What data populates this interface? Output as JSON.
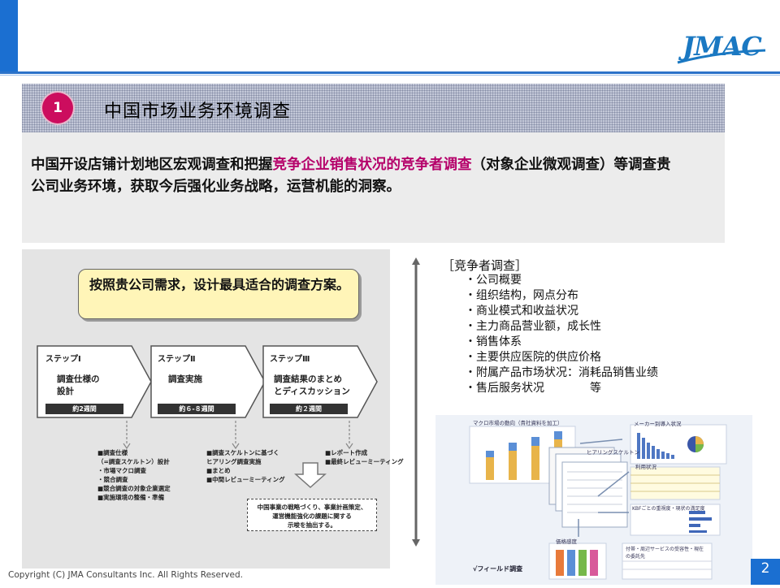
{
  "brand": {
    "logo_text": "JMAC",
    "accent_color": "#1b6fd1",
    "highlight_color": "#b5006a"
  },
  "section": {
    "number": "1",
    "title": "中国市场业务环境调查"
  },
  "intro": {
    "before": "中国开设店铺计划地区宏观调查和把握",
    "highlight": "竞争企业销售状况的竞争者调查",
    "after": "（对象企业微观调查）等调查贵公司业务环境，获取今后强化业务战略，运营机能的洞察。"
  },
  "callout": "按照贵公司需求，设计最具适合的调查方案。",
  "steps": [
    {
      "head": "ステップⅠ",
      "title": [
        "調査仕様の",
        "設計"
      ],
      "duration": "約2週間",
      "items": [
        "■調査仕様",
        "（=調査スケルトン）設計",
        "・市場マクロ調査",
        "・競合調査",
        "■競合調査の対象企業選定",
        "■実施環境の整備・準備"
      ]
    },
    {
      "head": "ステップⅡ",
      "title": [
        "調査実施"
      ],
      "duration": "約６-８週間",
      "items": [
        "■調査スケルトンに基づく",
        "ヒアリング調査実施",
        "■まとめ",
        "■中間レビューミーティング"
      ]
    },
    {
      "head": "ステップⅢ",
      "title": [
        "調査結果のまとめ",
        "とディスカッション"
      ],
      "duration": "約２週間",
      "items": [
        "■レポート作成",
        "■最終レビューミーティング"
      ]
    }
  ],
  "result_box": [
    "中国事業の戦略づくり、事業計画策定、",
    "運営機能強化の課題に関する",
    "示唆を抽出する。"
  ],
  "competitor": {
    "heading": "［竞争者调查］",
    "items": [
      "・公司概要",
      "・组织结构，网点分布",
      "・商业模式和收益状况",
      "・主力商品营业额，成长性",
      "・销售体系",
      "・主要供应医院的供应价格",
      "・附属产品市场状况：消耗品销售业绩",
      "・售后服务状况　　　　等"
    ]
  },
  "collage": {
    "macro_title": "マクロ市場の動向（貴社資料を加工）",
    "hearing_label": "ヒアリングスケルトン",
    "maker_label": "メーカー別導入状況",
    "usage_label": "利用状況",
    "kbf_label": "KBFごとの重視度・現状の満足度",
    "price_label": "価格感度",
    "service_label": "付帯・周辺サービスの受容性・現在の委託先",
    "field_label": "√フィールド調査"
  },
  "footer": {
    "copyright": "Copyright (C) JMA Consultants Inc. All Rights Reserved.",
    "page": "2"
  }
}
